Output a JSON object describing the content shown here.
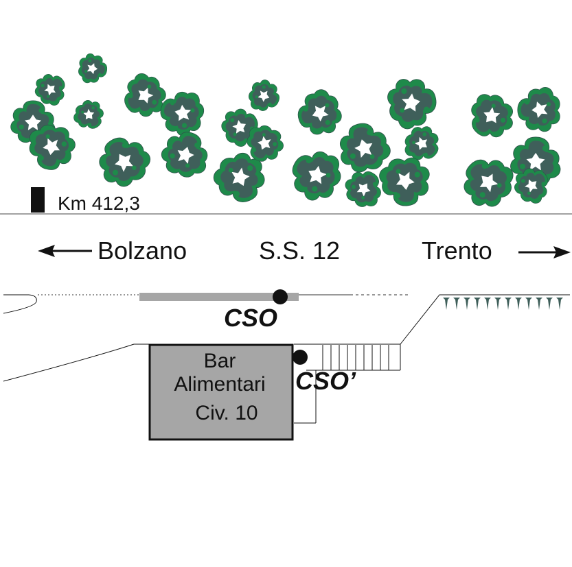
{
  "labels": {
    "km_marker": "Km 412,3",
    "direction_left": "Bolzano",
    "road": "S.S. 12",
    "direction_right": "Trento",
    "cso": "CSO",
    "cso_prime": "CSO’",
    "building_line1": "Bar",
    "building_line2": "Alimentari",
    "building_line3": "Civ. 10"
  },
  "icons": {
    "tree": "tree-canopy-icon",
    "arrow_left": "arrow-left-icon",
    "arrow_right": "arrow-right-icon",
    "grass": "grass-tuft-icon"
  },
  "colors": {
    "foliage_dark": "#3f5f5a",
    "foliage_green": "#1e8a4a",
    "building_fill": "#a6a6a6",
    "barrier_gray": "#a6a6a6",
    "line": "#111111"
  }
}
